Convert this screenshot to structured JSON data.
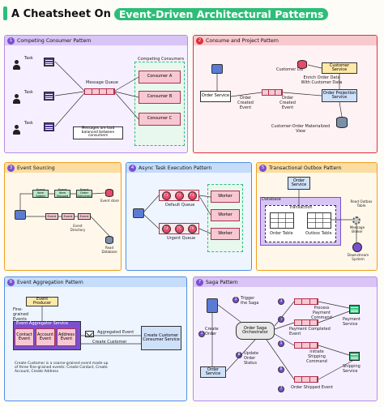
{
  "header": {
    "title_prefix": "A Cheatsheet On",
    "title_highlight": "Event-Driven Architectural Patterns"
  },
  "colors": {
    "accent_green": "#2ebd79",
    "purple": "#b58ce8",
    "red": "#e0303a",
    "orange": "#f0a020",
    "blue": "#4f90e8",
    "dark_purple": "#6b4fd0"
  },
  "panel1": {
    "number": "1",
    "title": "Competing Consumer Pattern",
    "task_labels": [
      "Task",
      "Task",
      "Task"
    ],
    "queue_label": "Message Queue",
    "group_label": "Competing Consumers",
    "consumers": [
      "Consumer A",
      "Consumer B",
      "Consumer C"
    ],
    "note": "Messages are load balanced between consumers"
  },
  "panel2": {
    "number": "2",
    "title": "Consume and Project Pattern",
    "customer_db": "Customer DB",
    "customer_service": "Customer Service",
    "enrich_label": "Enrich Order Data With Customer Data",
    "order_service": "Order Service",
    "event1": "Order Created Event",
    "event2": "Order Created Event",
    "projection_service": "Order Projection Service",
    "view_label": "Customer-Order Materialized View"
  },
  "panel3": {
    "number": "3",
    "title": "Event Sourcing",
    "events_top": [
      "Item Added",
      "Item Shipped",
      "Order Delivered"
    ],
    "events_top_prefix": "Event",
    "event_store": "Event store",
    "events_bottom": [
      "Event",
      "Event",
      "Event"
    ],
    "event_directory": "Event Directory",
    "read_db": "Read Database"
  },
  "panel4": {
    "number": "4",
    "title": "Async Task Execution Pattern",
    "default_tasks": [
      "T1",
      "T2",
      "T3"
    ],
    "default_queue": "Default Queue",
    "urgent_tasks": [
      "T4",
      "T5",
      "T6"
    ],
    "urgent_queue": "Urgent Queue",
    "workers": [
      "Worker",
      "Worker",
      "Worker"
    ]
  },
  "panel5": {
    "number": "5",
    "title": "Transactional Outbox Pattern",
    "order_service": "Order Service",
    "database": "Database",
    "transaction": "Transaction",
    "order_table": "Order Table",
    "outbox_table": "Outbox Table",
    "read_outbox": "Read Outbox Table",
    "message_broker": "Message Broker",
    "downstream": "Downstream System"
  },
  "panel6": {
    "number": "6",
    "title": "Event Aggregation Pattern",
    "producer": "Event Producer",
    "fine_grained": "Fine-grained Events",
    "aggregator": "Event Aggregator Service",
    "fine_events": [
      "Contact Event",
      "Account Event",
      "Address Event"
    ],
    "aggregated_event": "Aggregated Event",
    "create_customer": "Create Customer",
    "consumer_service": "Create Customer Consumer Service",
    "note": "Create Customer is a coarse-grained event made up of three fine-grained events: Create Contact, Create Account, Create Address"
  },
  "panel7": {
    "number": "7",
    "title": "Saga Pattern",
    "trigger": "Trigger the Saga",
    "orchestrator": "Order Saga Orchestrator",
    "create_order": "Create Order",
    "order_service": "Order Service",
    "update_status": "Update Order Status",
    "steps": [
      "1",
      "2",
      "3",
      "4",
      "5",
      "6",
      "7",
      "8"
    ],
    "process_payment": "Process Payment Command",
    "payment_service": "Payment Service",
    "payment_completed": "Payment Completed Event",
    "initiate_shipping": "Initiate Shipping Command",
    "shipping_service": "Shipping Service",
    "order_shipped": "Order Shipped Event"
  }
}
